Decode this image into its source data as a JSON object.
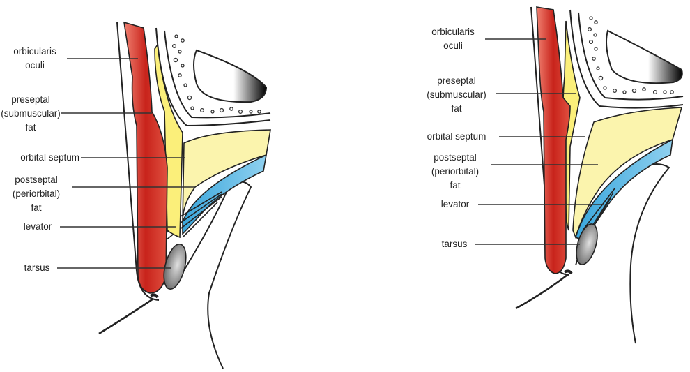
{
  "colors": {
    "muscle_dark": "#c8231b",
    "muscle_light": "#f08070",
    "preseptal_fat": "#fbef7a",
    "postseptal_fat": "#fbf4ad",
    "levator": "#4fb3e2",
    "tarsus": "#8a8a8a",
    "outline": "#222222"
  },
  "left": {
    "orbicularis": [
      "orbicularis",
      "oculi"
    ],
    "preseptal": [
      "preseptal",
      "(submuscular)",
      "fat"
    ],
    "septum": [
      "orbital septum"
    ],
    "postseptal": [
      "postseptal",
      "(periorbital)",
      "fat"
    ],
    "levator": [
      "levator"
    ],
    "tarsus": [
      "tarsus"
    ]
  },
  "right": {
    "orbicularis": [
      "orbicularis",
      "oculi"
    ],
    "preseptal": [
      "preseptal",
      "(submuscular)",
      "fat"
    ],
    "septum": [
      "orbital septum"
    ],
    "postseptal": [
      "postseptal",
      "(periorbital)",
      "fat"
    ],
    "levator": [
      "levator"
    ],
    "tarsus": [
      "tarsus"
    ]
  }
}
